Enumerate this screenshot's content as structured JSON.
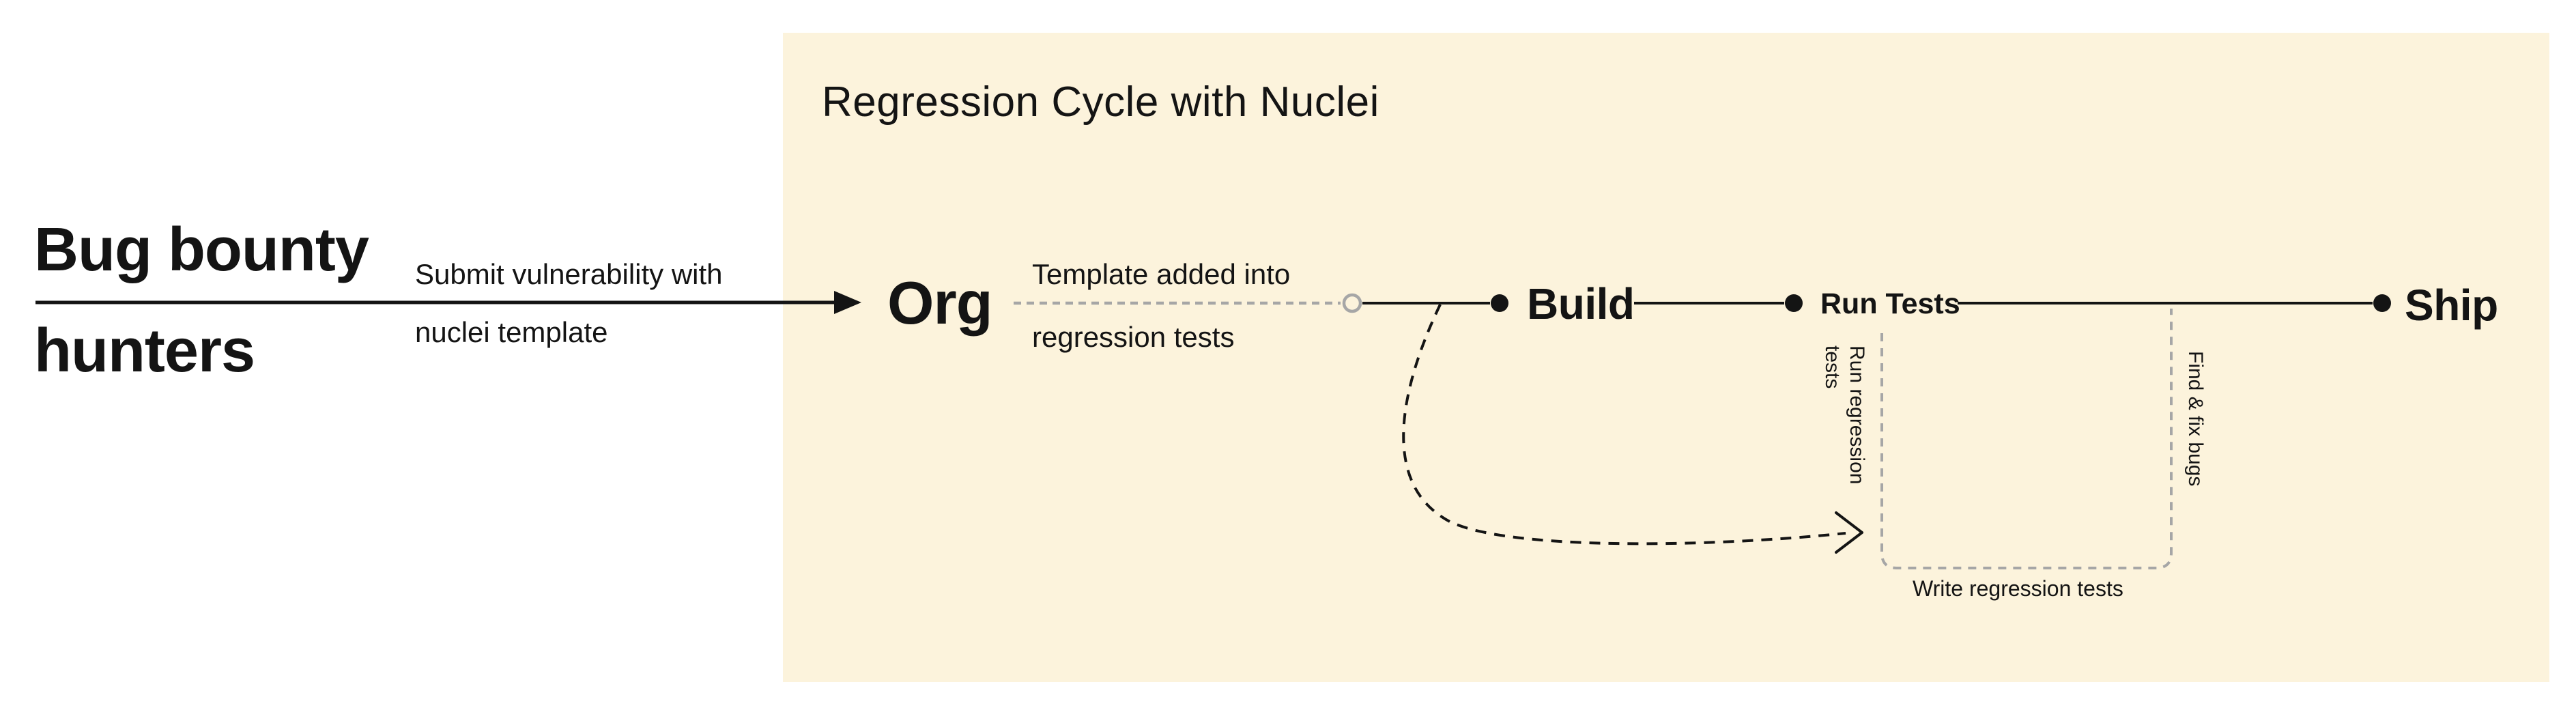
{
  "title": "Regression Cycle with Nuclei",
  "left_section": {
    "actor_line1": "Bug bounty",
    "actor_line2": "hunters",
    "arrow_label_line1": "Submit vulnerability with",
    "arrow_label_line2": "nuclei template"
  },
  "flow": {
    "org_node": "Org",
    "org_edge_label_line1": "Template added into",
    "org_edge_label_line2": "regression tests",
    "build_node": "Build",
    "run_tests_node": "Run Tests",
    "ship_node": "Ship",
    "loop_left_label_line1": "Run regression",
    "loop_left_label_line2": "tests",
    "loop_right_label": "Find & fix bugs",
    "loop_bottom_label": "Write regression tests"
  },
  "colors": {
    "page-bg": "#FFFFFF",
    "panel-bg": "#FCF3DC",
    "ink": "#141414",
    "line-gray": "#A6A6A6"
  }
}
